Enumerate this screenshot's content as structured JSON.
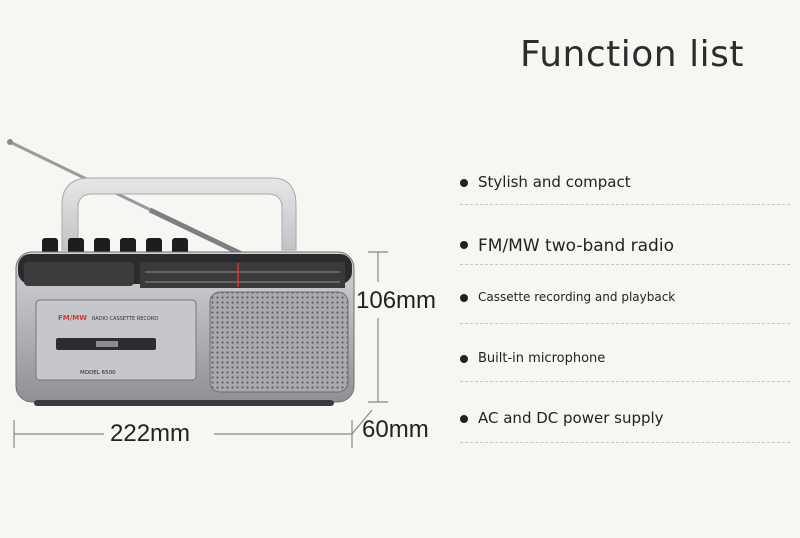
{
  "heading": "Function list",
  "features": [
    {
      "label": "Stylish and compact"
    },
    {
      "label": "FM/MW two-band radio"
    },
    {
      "label": "Cassette recording and playback"
    },
    {
      "label": "Built-in microphone"
    },
    {
      "label": "AC and DC power supply"
    }
  ],
  "dimensions": {
    "height": "106mm",
    "width": "222mm",
    "depth": "60mm"
  },
  "product": {
    "brand_label": "FM/MW",
    "subtitle": "RADIO CASSETTE RECORD",
    "model": "MODEL 6500"
  },
  "colors": {
    "body_silver": "#b9babc",
    "dark_panel": "#2b2b2d",
    "handle": "#d9d9db"
  }
}
